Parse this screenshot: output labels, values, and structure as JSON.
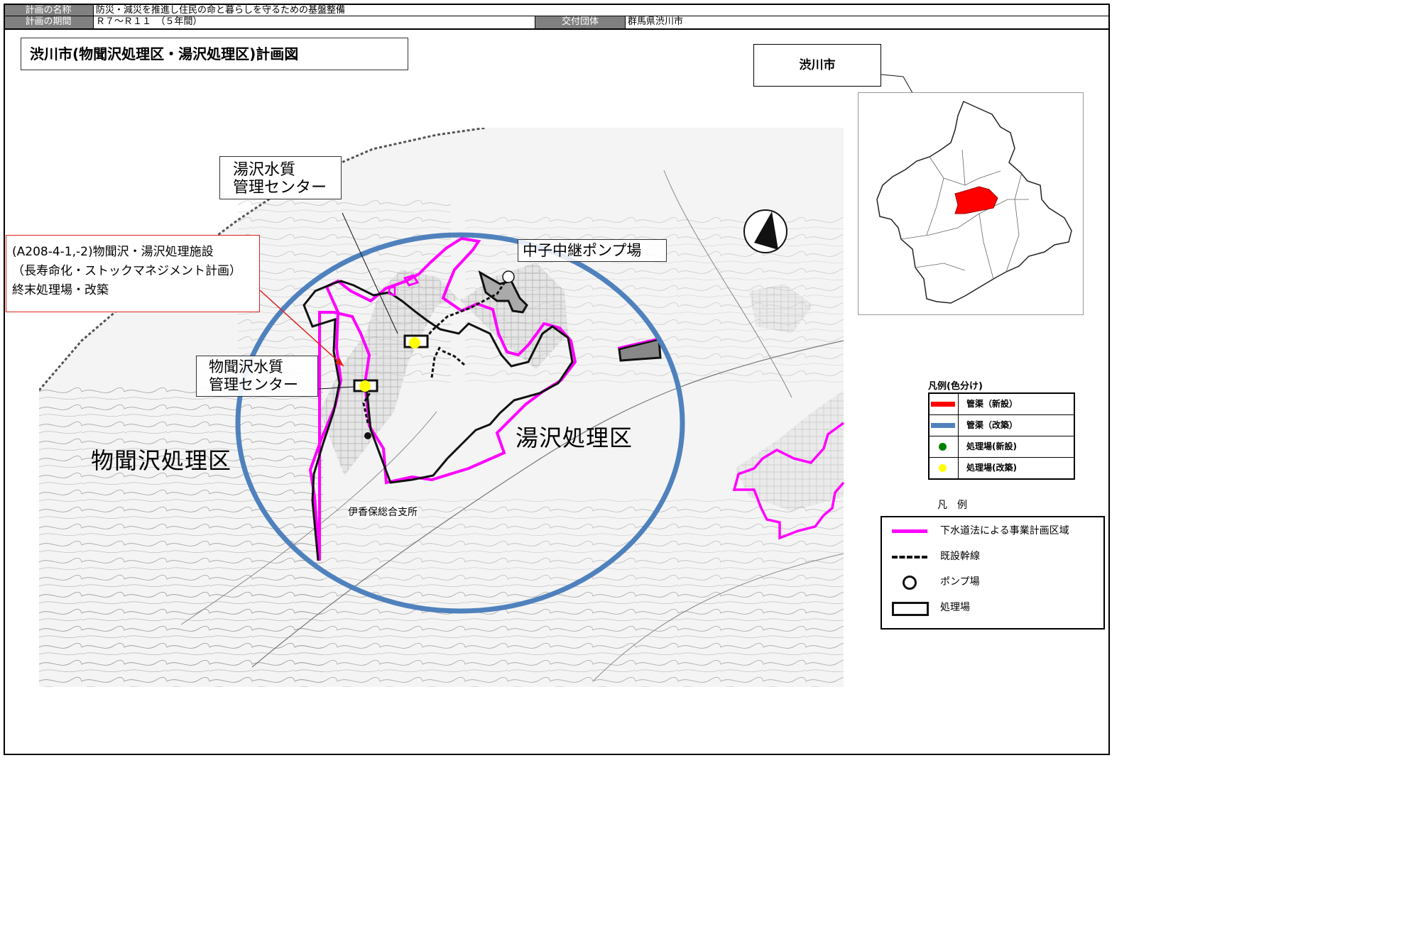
{
  "header": {
    "plan_name_label": "計画の名称",
    "plan_name_value": "防災・減災を推進し住民の命と暮らしを守るための基盤整備",
    "plan_period_label": "計画の期間",
    "plan_period_value": "Ｒ７～Ｒ１１　（５年間）",
    "grant_body_label": "交付団体",
    "grant_body_value": "群馬県渋川市"
  },
  "map": {
    "title": "渋川市(物聞沢処理区・湯沢処理区)計画図",
    "city_label": "渋川市",
    "callouts": {
      "facility_line1": "(A208-4-1,-2)物聞沢・湯沢処理施設",
      "facility_line2": "（長寿命化・ストックマネジメント計画）",
      "facility_line3": "終末処理場・改築",
      "yuzawa_center_line1": "湯沢水質",
      "yuzawa_center_line2": "管理センター",
      "monokikizawa_center_line1": "物聞沢水質",
      "monokikizawa_center_line2": "管理センター",
      "pump_station": "中子中継ポンプ場"
    },
    "areas": {
      "monokikizawa": "物聞沢処理区",
      "yuzawa": "湯沢処理区"
    },
    "places": {
      "ikaho_branch": "伊香保総合支所"
    }
  },
  "legend_color": {
    "title": "凡例(色分け)",
    "items": [
      {
        "label": "管渠（新設）",
        "color": "#ff0000"
      },
      {
        "label": "管渠（改築）",
        "color": "#4f81bd"
      },
      {
        "label": "処理場(新設)",
        "color": "#008000"
      },
      {
        "label": "処理場(改築)",
        "color": "#ffff00"
      }
    ]
  },
  "legend_symbols": {
    "title": "凡例",
    "items": [
      {
        "label": "下水道法による事業計画区域",
        "color": "#ff00ff"
      },
      {
        "label": "既設幹線"
      },
      {
        "label": "ポンプ場"
      },
      {
        "label": "処理場"
      }
    ]
  },
  "colors": {
    "circle": "#4f81bd",
    "boundary": "#ff00ff",
    "highlight": "#ff0000",
    "plant_marker": "#ffff00"
  }
}
